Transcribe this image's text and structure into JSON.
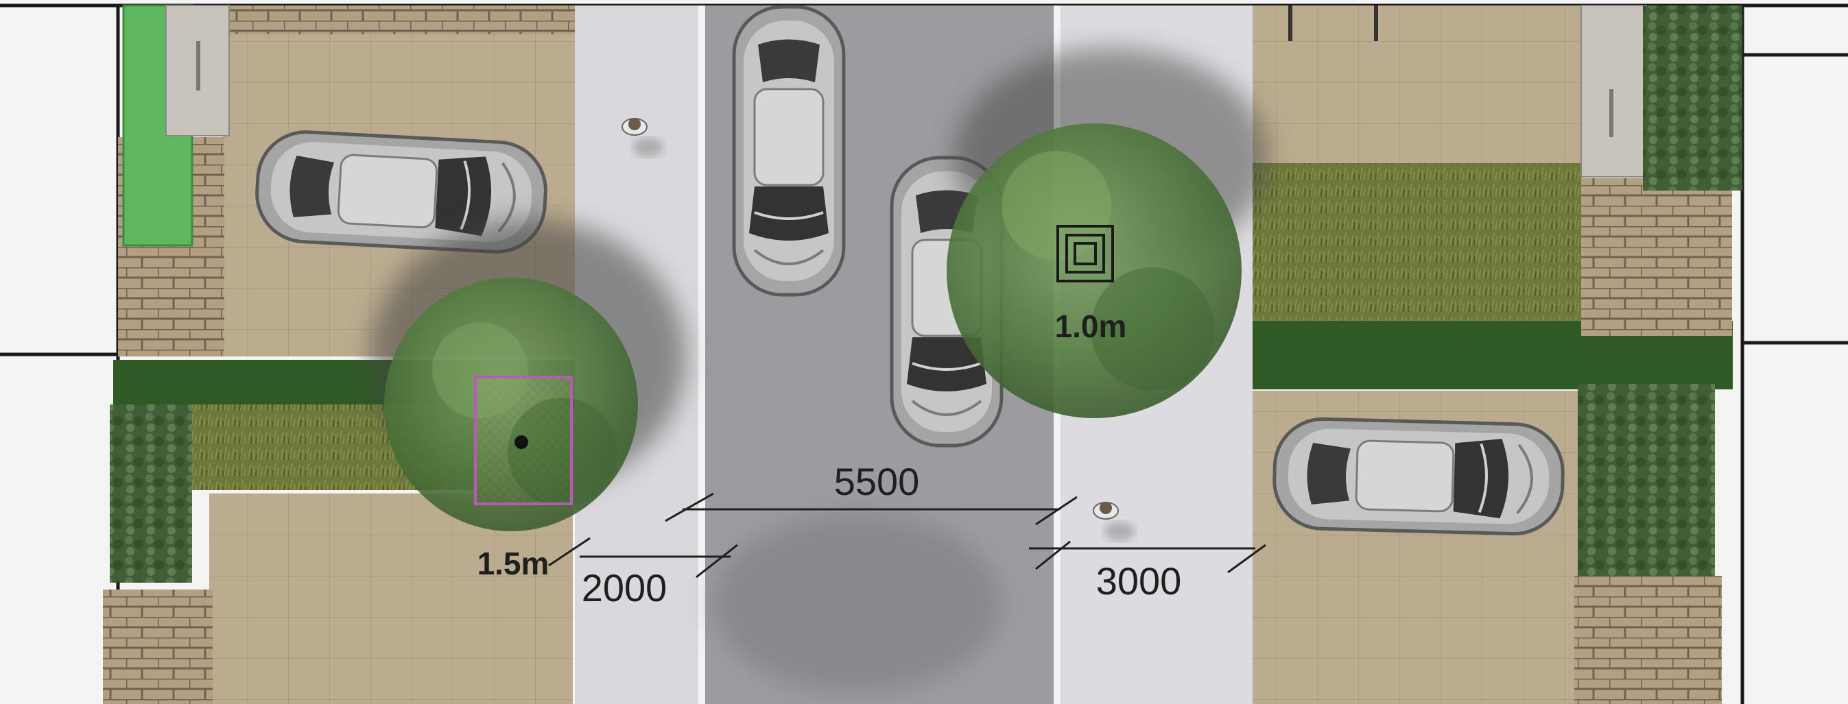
{
  "dimensions": {
    "footpath_left": "2000",
    "carriageway": "5500",
    "footpath_right": "3000"
  },
  "annotations": {
    "tree_pit_left": "1.5m",
    "tree_pit_right": "1.0m"
  },
  "colors": {
    "paving": "#b9a98c",
    "brick": "#a8957a",
    "footpath": "#d9d9dd",
    "road": "#9c9ca0",
    "lawn": "#5cb85c",
    "planting": "#4a6b35",
    "hedge": "#2f5a25",
    "tree": "#4f7a3a",
    "tree_shadow": "#555555"
  },
  "icons": [
    "car-icon",
    "pedestrian-icon",
    "tree-icon",
    "drainage-grate-icon",
    "tree-pit-grate-icon"
  ]
}
